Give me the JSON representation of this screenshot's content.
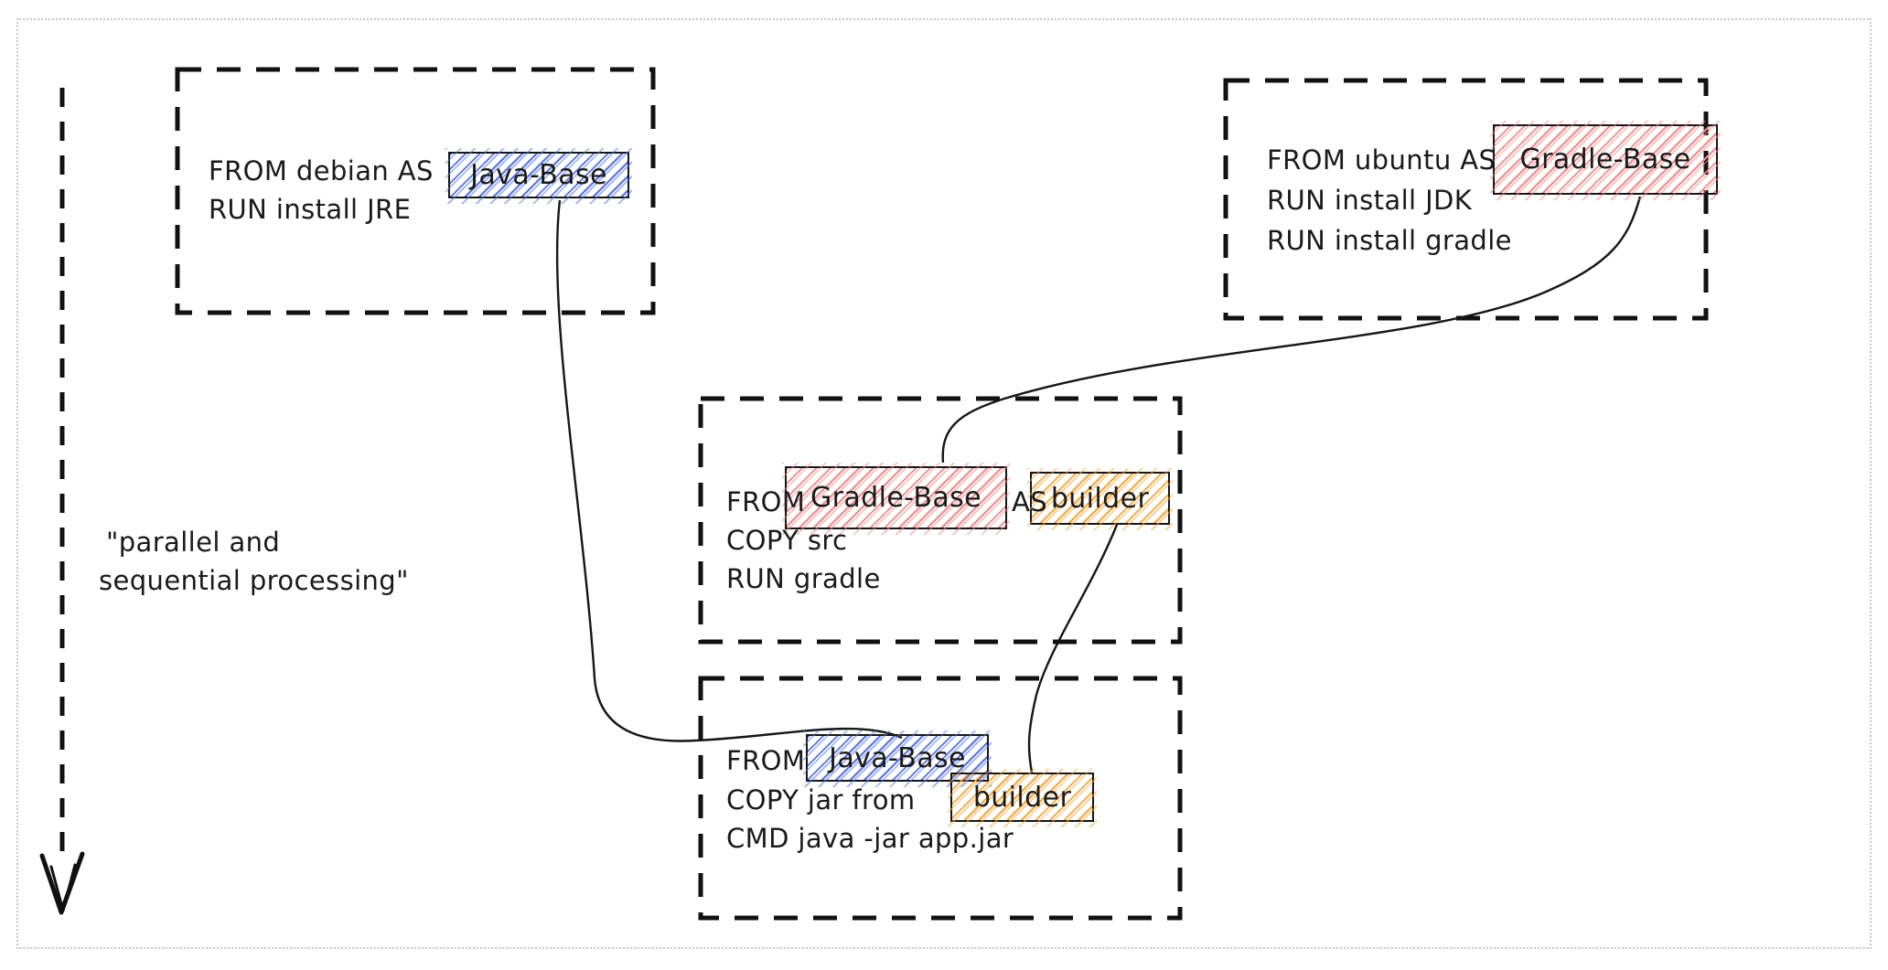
{
  "annotation": {
    "line1": "\"parallel and",
    "line2": "sequential processing\""
  },
  "boxes": {
    "java_base": {
      "line1": "FROM debian AS",
      "line2": "RUN install JRE",
      "label": "Java-Base"
    },
    "gradle_base": {
      "line1": "FROM ubuntu AS",
      "line2": "RUN install JDK",
      "line3": "RUN install gradle",
      "label": "Gradle-Base"
    },
    "builder": {
      "from_kw": "FROM",
      "base_label": "Gradle-Base",
      "as_kw": "AS",
      "stage_label": "builder",
      "line2": "COPY src",
      "line3": "RUN gradle"
    },
    "final": {
      "from_kw": "FROM",
      "base_label": "Java-Base",
      "line2": "COPY jar from",
      "stage_label": "builder",
      "line3": "CMD java -jar app.jar"
    }
  },
  "colors": {
    "blue": "#5673e2",
    "red": "#ef8a8a",
    "yellow": "#f4a73c",
    "ink": "#1a1a1a",
    "frame_gray": "#c8c8c8"
  }
}
